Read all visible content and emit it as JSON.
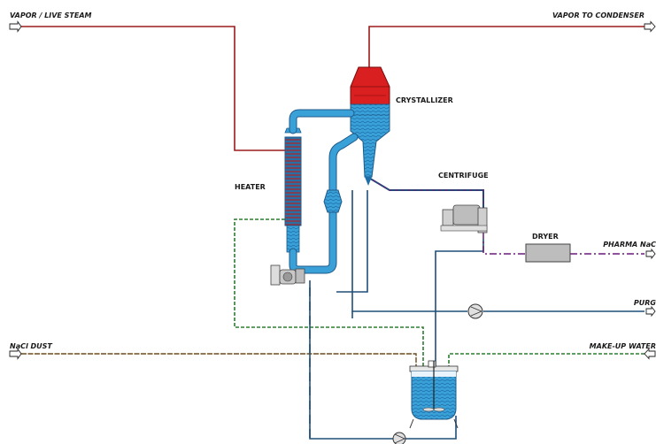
{
  "labels": {
    "vapor_steam": "VAPOR / LIVE STEAM",
    "vapor_condenser": "VAPOR TO CONDENSER",
    "crystallizer": "CRYSTALLIZER",
    "heater": "HEATER",
    "centrifuge": "CENTRIFUGE",
    "dryer": "DRYER",
    "pharma_nacl": "PHARMA NaC",
    "purge": "PURG",
    "nacl_dust": "NaCl DUST",
    "makeup_water": "MAKE-UP WATER"
  },
  "colors": {
    "steam_vapor": "#9b1c1c",
    "brine": "#1f4e79",
    "makeup_water": "#2e7d32",
    "dust": "#6b4a1e",
    "product": "#6a1b7a",
    "vessel_blue": "#3aa0d8",
    "vessel_red": "#d91f1f"
  }
}
